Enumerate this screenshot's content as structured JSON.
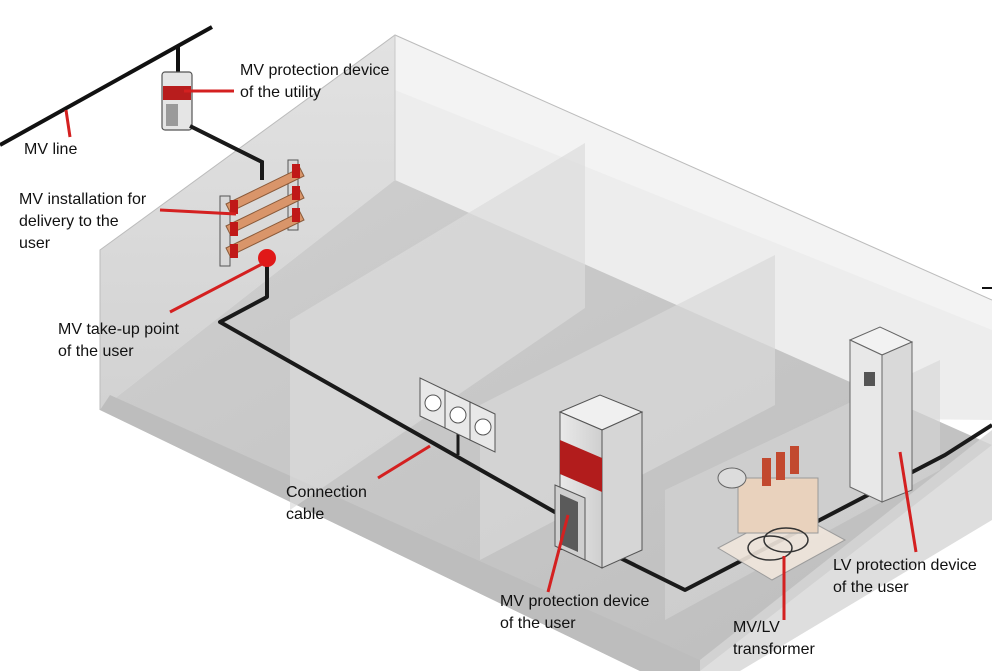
{
  "labels": {
    "mv_protection_utility": [
      "MV protection device",
      "of the utility"
    ],
    "mv_line": [
      "MV line"
    ],
    "mv_installation": [
      "MV installation for",
      "delivery to the",
      "user"
    ],
    "mv_takeup_point": [
      "MV take-up point",
      "of the user"
    ],
    "connection_cable": [
      "Connection",
      "cable"
    ],
    "mv_protection_user": [
      "MV protection device",
      "of the user"
    ],
    "mv_lv_transformer": [
      "MV/LV",
      "transformer"
    ],
    "lv_protection_user": [
      "LV protection device",
      "of the user"
    ]
  },
  "colors": {
    "leader": "#d42020",
    "cable": "#1a1a1a",
    "takeup_point": "#e01818",
    "busbar": "#d9956a",
    "room_floor": "#c9c9c9",
    "room_wall": "#e4e4e4"
  }
}
